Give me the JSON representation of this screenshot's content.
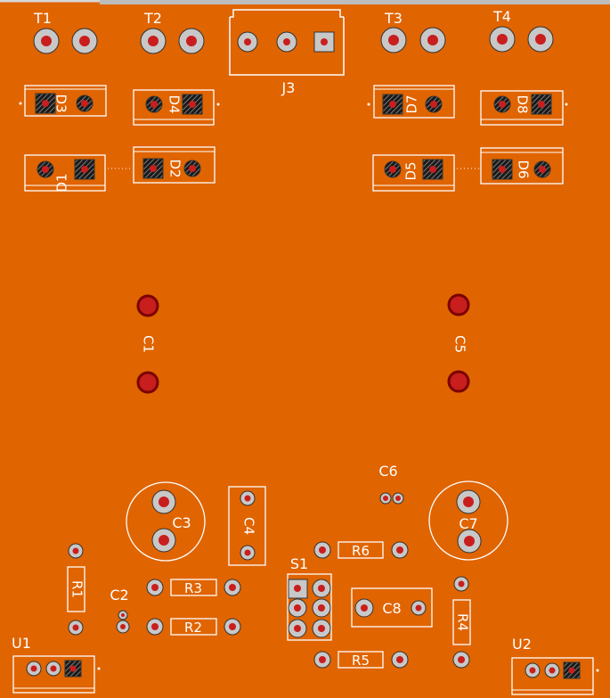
{
  "board": {
    "background": "#E06400",
    "copper_color": "#C8C8C8",
    "drill_color": "#C81E1E",
    "silk_color": "#FFFFFF"
  },
  "labels": {
    "T1": "T1",
    "T2": "T2",
    "T3": "T3",
    "T4": "T4",
    "J3": "J3",
    "D3": "D3",
    "D4": "D4",
    "D7": "D7",
    "D8": "D8",
    "D1": "D1",
    "D2": "D2",
    "D5": "D5",
    "D6": "D6",
    "C1": "C1",
    "C5": "C5",
    "C6": "C6",
    "C3": "C3",
    "C4": "C4",
    "C7": "C7",
    "C2": "C2",
    "C8": "C8",
    "R1": "R1",
    "R2": "R2",
    "R3": "R3",
    "R4": "R4",
    "R5": "R5",
    "R6": "R6",
    "S1": "S1",
    "U1": "U1",
    "U2": "U2"
  }
}
